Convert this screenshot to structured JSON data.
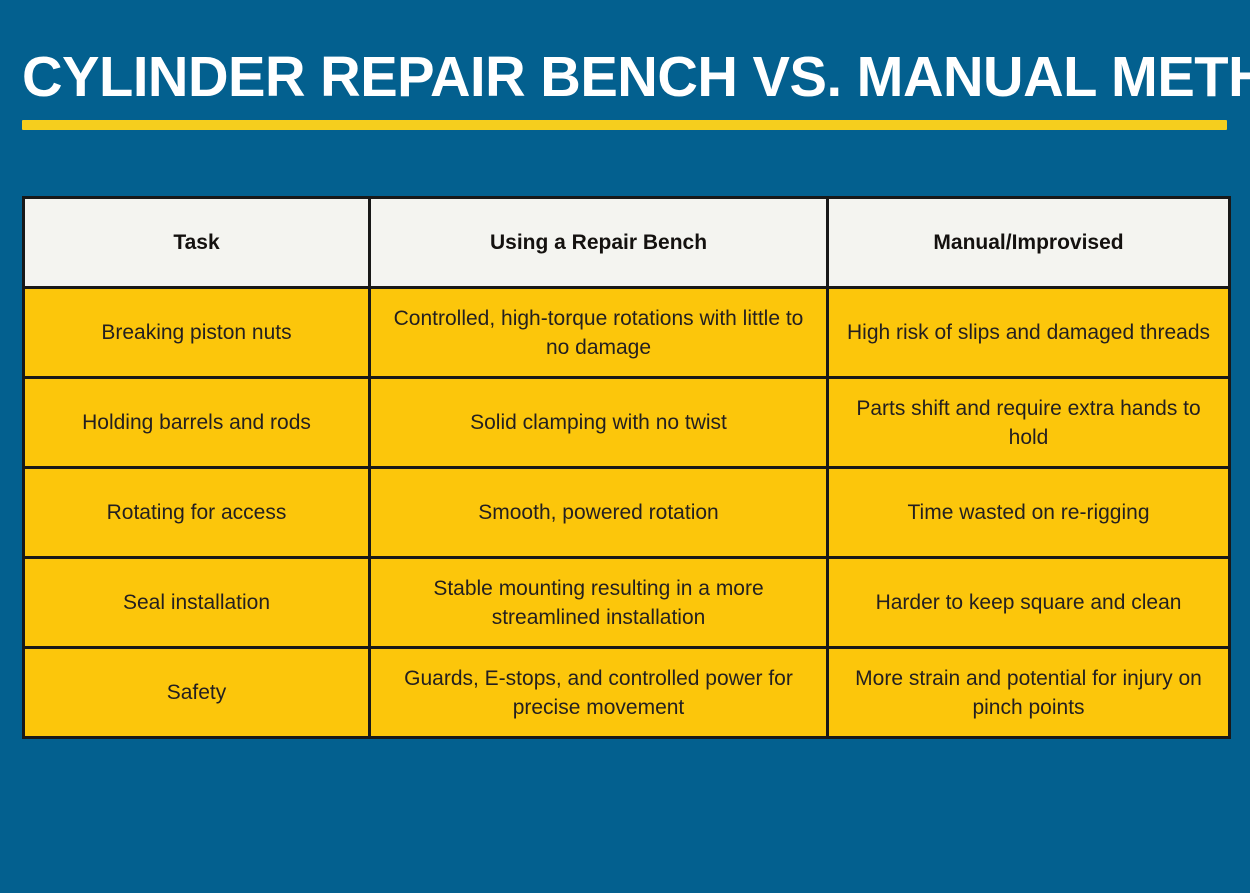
{
  "slide": {
    "title": "Cylinder Repair Bench vs. Manual Methods",
    "background_color": "#03608F",
    "accent_color": "#F5CE1E",
    "title_color": "#FFFFFF"
  },
  "table": {
    "header_background": "#F4F4F0",
    "body_background": "#FCC60B",
    "border_color": "#181818",
    "text_color": "#231F20",
    "columns": [
      "Task",
      "Using a Repair Bench",
      "Manual/Improvised"
    ],
    "rows": [
      {
        "task": "Breaking piston nuts",
        "bench": "Controlled, high-torque rotations with little to no damage",
        "manual": "High risk of slips and damaged threads"
      },
      {
        "task": "Holding barrels and rods",
        "bench": "Solid clamping with no twist",
        "manual": "Parts shift and require extra hands to hold"
      },
      {
        "task": "Rotating for access",
        "bench": "Smooth, powered rotation",
        "manual": "Time wasted on re-rigging"
      },
      {
        "task": "Seal installation",
        "bench": "Stable mounting resulting in a more streamlined installation",
        "manual": "Harder to keep square and clean"
      },
      {
        "task": "Safety",
        "bench": "Guards, E-stops, and controlled power for precise movement",
        "manual": "More strain and potential for injury on pinch points"
      }
    ]
  }
}
